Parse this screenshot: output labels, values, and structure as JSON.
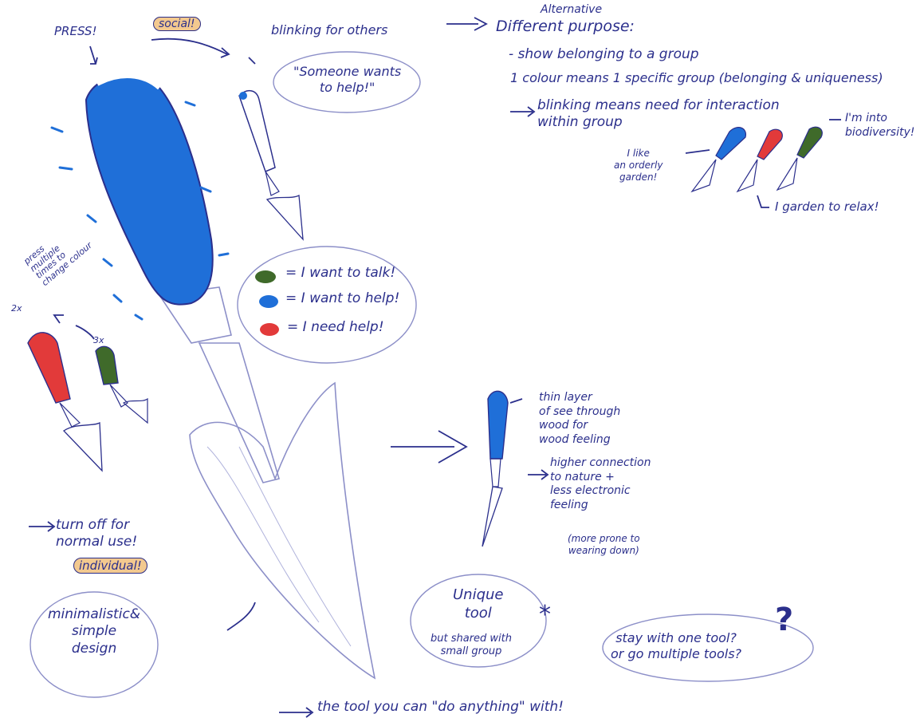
{
  "notes": {
    "press": "PRESS!",
    "social": "social!",
    "blinking_for_others": "blinking for others",
    "someone_wants_to_help": "\"Someone wants\nto help!\"",
    "alternative": "Alternative",
    "different_purpose": "Different purpose:",
    "show_belonging": "- show belonging to a group",
    "one_colour": "1 colour means 1 specific group (belonging & uniqueness)",
    "blinking_means": "blinking means need for interaction\nwithin group",
    "im_into_biodiversity": "I'm into\nbiodiversity!",
    "i_like_orderly": "I like\nan orderly\ngarden!",
    "i_garden_to_relax": "I garden to relax!",
    "press_multiple": "press\nmultiple\ntimes to\nchange colour",
    "two_x": "2x",
    "three_x": "3x",
    "legend_talk": "= I want to talk!",
    "legend_help": "= I want to help!",
    "legend_need": "= I need help!",
    "thin_layer": "thin layer\nof see through\nwood for\nwood feeling",
    "higher_connection": "higher connection\nto nature +\nless electronic\nfeeling",
    "more_prone": "(more prone to\nwearing down)",
    "turn_off": "turn off for\nnormal use!",
    "individual": "individual!",
    "minimalistic": "minimalistic&\nsimple\ndesign",
    "unique_tool": "Unique\ntool",
    "but_shared": "but shared with\nsmall group",
    "stay_with_one": "stay with one tool?\nor go multiple tools?",
    "question_mark": "?",
    "asterisk": "*",
    "tool_anything": "the tool you can \"do anything\" with!"
  },
  "colors": {
    "ink": "#2b2f8c",
    "handle_blue": "#1f6fd8",
    "handle_red": "#e23a3a",
    "handle_green": "#3f6a2a",
    "highlight": "#f3c98f"
  }
}
